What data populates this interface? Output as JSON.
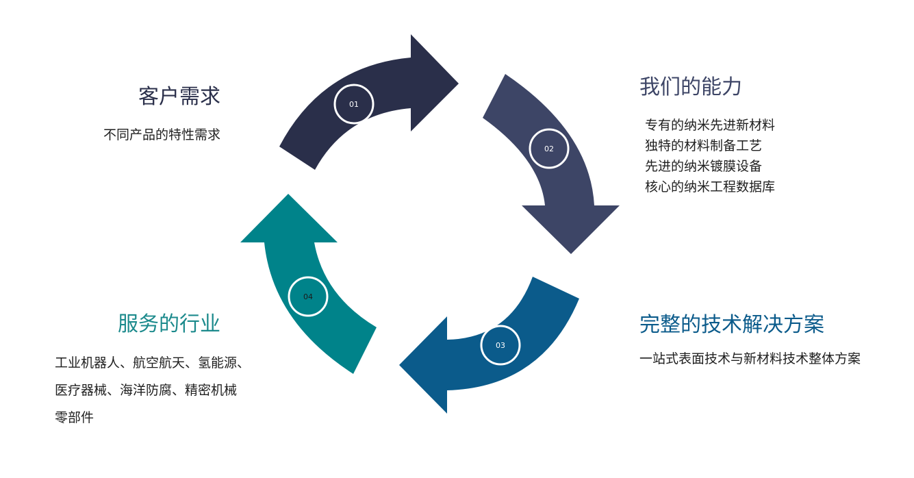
{
  "steps": [
    {
      "number": "01",
      "color": "#2a2f4a"
    },
    {
      "number": "02",
      "color": "#3d4566"
    },
    {
      "number": "03",
      "color": "#0b5b8b"
    },
    {
      "number": "04",
      "color": "#00838a"
    }
  ],
  "blocks": {
    "customer": {
      "title": "客户需求",
      "lines": [
        "不同产品的特性需求"
      ]
    },
    "capability": {
      "title": "我们的能力",
      "lines": [
        "专有的纳米先进新材料",
        "独特的材料制备工艺",
        "先进的纳米镀膜设备",
        "核心的纳米工程数据库"
      ]
    },
    "solution": {
      "title": "完整的技术解决方案",
      "lines": [
        "一站式表面技术与新材料技术整体方案"
      ]
    },
    "industries": {
      "title": "服务的行业",
      "lines": [
        "工业机器人、航空航天、氢能源、",
        "医疗器械、海洋防腐、精密机械",
        "零部件"
      ]
    }
  }
}
